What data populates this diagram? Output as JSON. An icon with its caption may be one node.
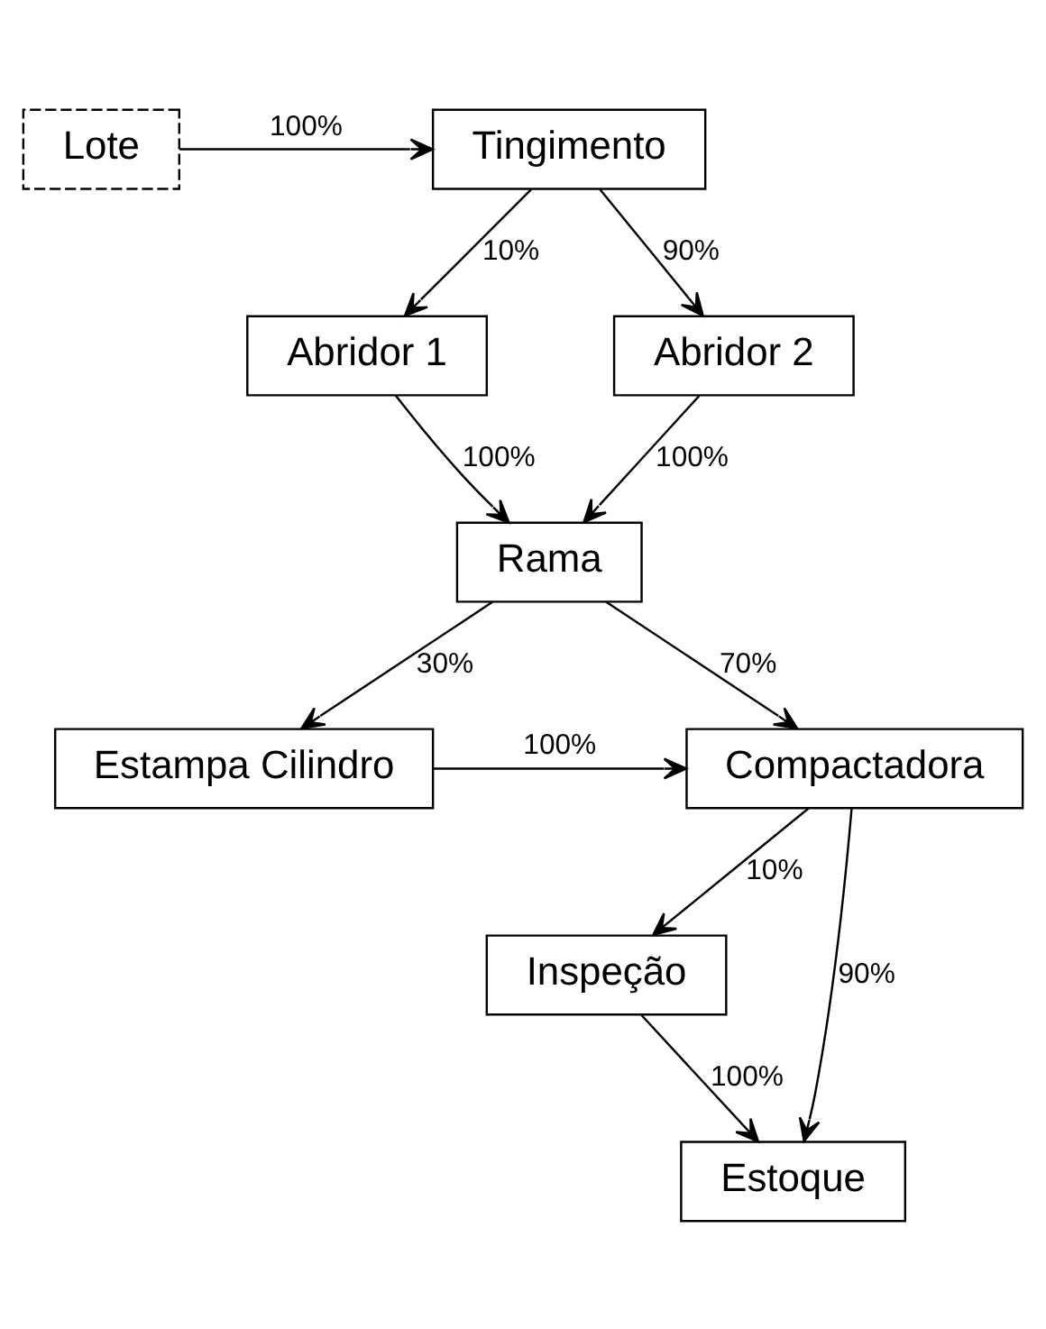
{
  "diagram": {
    "nodes": [
      {
        "text": [
          "Lote"
        ]
      },
      {
        "text": [
          "Tingimento"
        ]
      },
      {
        "text": [
          "Abridor 1"
        ]
      },
      {
        "text": [
          "Abridor 2"
        ]
      },
      {
        "text": [
          "Rama"
        ]
      },
      {
        "text": [
          "Compactadora"
        ]
      },
      {
        "text": [
          "Estampa Cilindro"
        ]
      },
      {
        "text": [
          "Inspeção"
        ]
      },
      {
        "text": [
          "Estoque"
        ]
      }
    ],
    "edges": [
      {
        "from": 0,
        "to": 1,
        "arrow": "to",
        "label": "100%"
      },
      {
        "from": 1,
        "to": 2,
        "arrow": "to",
        "label": "10%"
      },
      {
        "from": 1,
        "to": 3,
        "arrow": "to",
        "label": "90%"
      },
      {
        "from": 2,
        "to": 4,
        "arrow": "to",
        "label": "100%"
      },
      {
        "from": 3,
        "to": 4,
        "arrow": "to",
        "label": "100%"
      },
      {
        "from": 4,
        "to": 5,
        "arrow": "to",
        "label": "70%"
      },
      {
        "from": 4,
        "to": 6,
        "arrow": "to",
        "label": "30%"
      },
      {
        "from": 6,
        "to": 5,
        "arrow": "to",
        "label": "100%"
      },
      {
        "from": 5,
        "to": 7,
        "arrow": "to",
        "label": "10%"
      },
      {
        "from": 5,
        "to": 8,
        "arrow": "to",
        "label": "90%"
      },
      {
        "from": 7,
        "to": 8,
        "arrow": "to",
        "label": "100%"
      }
    ]
  }
}
